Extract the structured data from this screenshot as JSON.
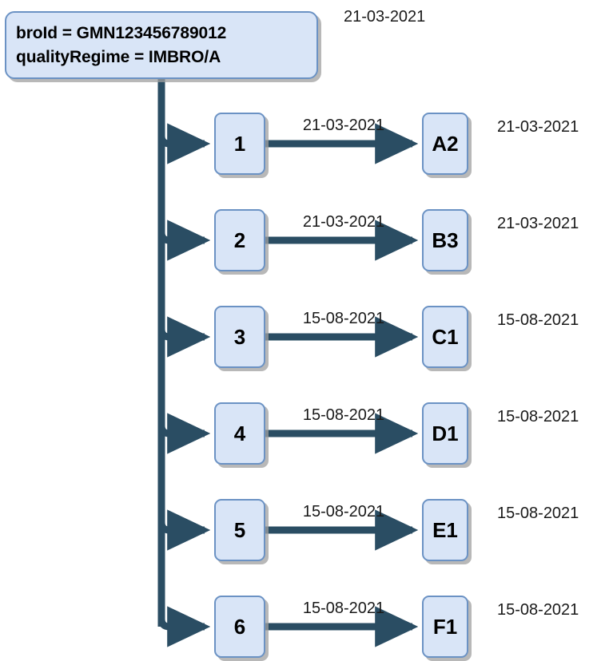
{
  "diagram": {
    "title_box": {
      "line1": "broId = GMN123456789012",
      "line2": "qualityRegime = IMBRO/A",
      "date": "21-03-2021"
    },
    "colors": {
      "node_fill": "#d9e5f7",
      "node_border": "#6b92c4",
      "connector": "#2a4d63",
      "shadow": "#a0a0a0",
      "text": "#000000"
    },
    "rows": [
      {
        "step_label": "1",
        "edge_date": "21-03-2021",
        "target_label": "A2",
        "trailing_date": "21-03-2021"
      },
      {
        "step_label": "2",
        "edge_date": "21-03-2021",
        "target_label": "B3",
        "trailing_date": "21-03-2021"
      },
      {
        "step_label": "3",
        "edge_date": "15-08-2021",
        "target_label": "C1",
        "trailing_date": "15-08-2021"
      },
      {
        "step_label": "4",
        "edge_date": "15-08-2021",
        "target_label": "D1",
        "trailing_date": "15-08-2021"
      },
      {
        "step_label": "5",
        "edge_date": "15-08-2021",
        "target_label": "E1",
        "trailing_date": "15-08-2021"
      },
      {
        "step_label": "6",
        "edge_date": "15-08-2021",
        "target_label": "F1",
        "trailing_date": "15-08-2021"
      }
    ]
  }
}
